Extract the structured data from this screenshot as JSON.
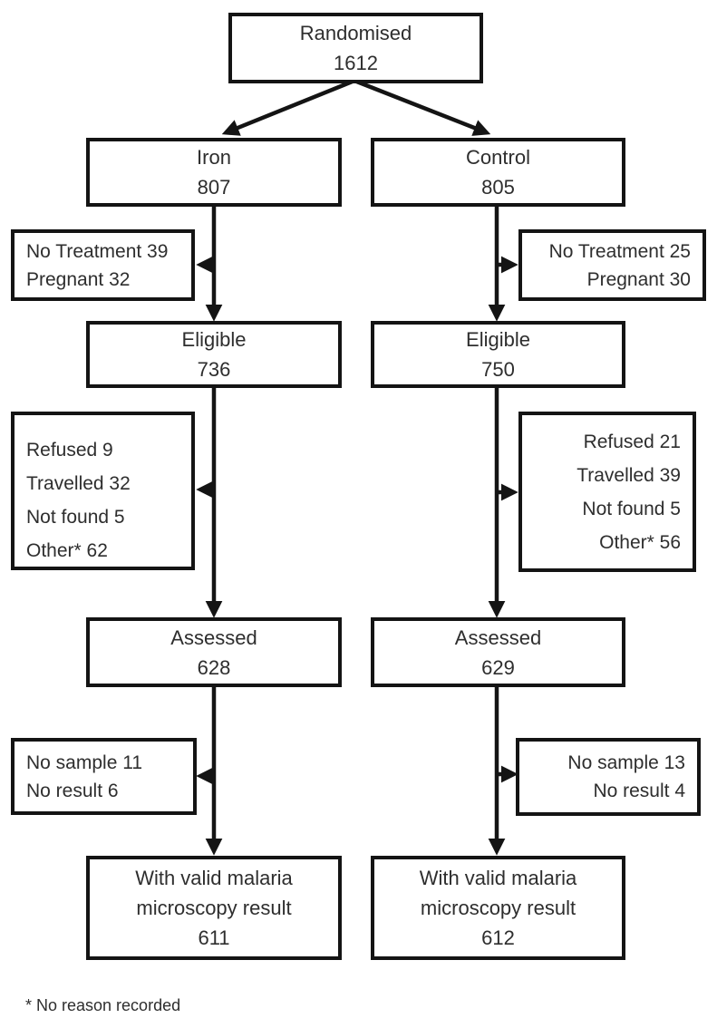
{
  "colors": {
    "line": "#141414",
    "text": "#2e2e2e",
    "box_bg": "#ffffff",
    "background": "#ffffff"
  },
  "flowchart": {
    "randomised": {
      "label": "Randomised",
      "value": "1612"
    },
    "left_arm": {
      "allocation": {
        "label": "Iron",
        "value": "807"
      },
      "not_treated": {
        "lines": [
          "No Treatment 39",
          "Pregnant 32"
        ]
      },
      "eligible": {
        "label": "Eligible",
        "value": "736"
      },
      "not_assessed": {
        "lines": [
          "Refused 9",
          "Travelled 32",
          "Not found 5",
          "Other* 62"
        ]
      },
      "assessed": {
        "label": "Assessed",
        "value": "628"
      },
      "no_valid_result": {
        "lines": [
          "No sample 11",
          "No result 6"
        ]
      },
      "valid_result": {
        "lines": [
          "With valid malaria",
          "microscopy result"
        ],
        "value": "611"
      }
    },
    "right_arm": {
      "allocation": {
        "label": "Control",
        "value": "805"
      },
      "not_treated": {
        "lines": [
          "No Treatment 25",
          "Pregnant 30"
        ]
      },
      "eligible": {
        "label": "Eligible",
        "value": "750"
      },
      "not_assessed": {
        "lines": [
          "Refused 21",
          "Travelled 39",
          "Not found 5",
          "Other* 56"
        ]
      },
      "assessed": {
        "label": "Assessed",
        "value": "629"
      },
      "no_valid_result": {
        "lines": [
          "No sample 13",
          "No result 4"
        ]
      },
      "valid_result": {
        "lines": [
          "With valid malaria",
          "microscopy result"
        ],
        "value": "612"
      }
    },
    "footnote": "* No reason recorded"
  }
}
